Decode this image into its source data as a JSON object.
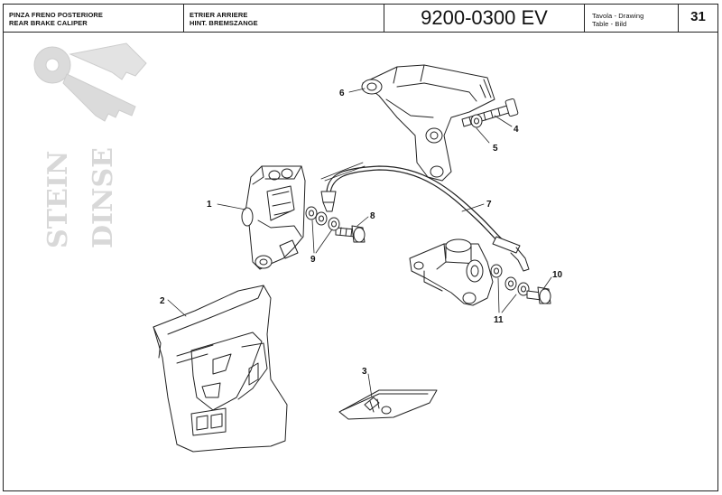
{
  "header": {
    "title_it": "PINZA FRENO POSTERIORE",
    "title_en": "REAR BRAKE CALIPER",
    "title_fr": "ETRIER ARRIERE",
    "title_de": "HINT. BREMSZANGE",
    "code": "9200-0300 EV",
    "table_label_1": "Tavola - Drawing",
    "table_label_2": "Table - Bild",
    "page_number": "31"
  },
  "watermark": {
    "line1": "STEIN",
    "line2": "DINSE"
  },
  "callouts": [
    "1",
    "2",
    "3",
    "4",
    "5",
    "6",
    "7",
    "8",
    "9",
    "10",
    "11"
  ]
}
